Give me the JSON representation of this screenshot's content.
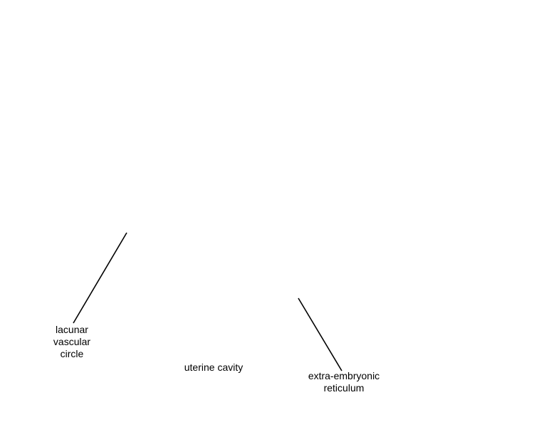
{
  "labels": {
    "lacunar": {
      "line1": "lacunar",
      "line2": "vascular",
      "line3": "circle"
    },
    "uterine": {
      "text": "uterine cavity"
    },
    "extra_embryonic": {
      "line1": "extra-embryonic",
      "line2": "reticulum"
    }
  },
  "colors": {
    "background": "#ffffff",
    "leader_line": "#000000",
    "text": "#000000"
  }
}
